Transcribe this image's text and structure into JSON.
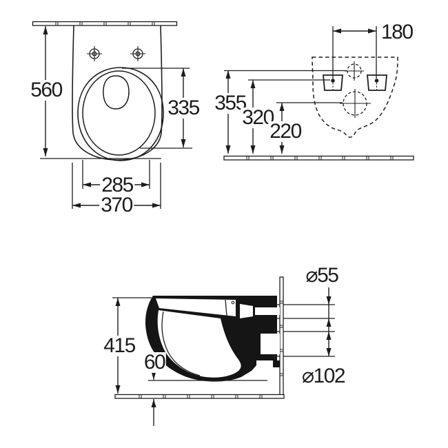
{
  "drawing_colors": {
    "line": "#1c1c1c",
    "background": "#ffffff"
  },
  "dimensions": {
    "top_view": {
      "overall_depth": "560",
      "seat_opening_length": "335",
      "seat_width": "285",
      "overall_width": "370"
    },
    "rear_view": {
      "bolt_spacing": "180",
      "flush_connection_height": "355",
      "bolt_height": "320",
      "outlet_height": "220"
    },
    "side_view": {
      "overall_height": "415",
      "bottom_clearance": "60",
      "flush_pipe_diameter": "⌀55",
      "outlet_pipe_diameter": "⌀102"
    }
  }
}
